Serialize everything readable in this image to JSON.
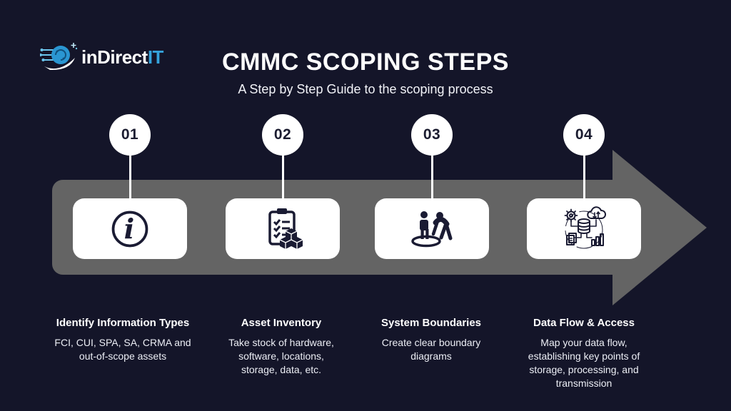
{
  "colors": {
    "background": "#141529",
    "arrow_gray": "#646464",
    "card_white": "#ffffff",
    "icon_navy": "#1a1b33",
    "accent_blue": "#35a3dc"
  },
  "logo": {
    "text_primary": "inDirect",
    "text_accent": "IT",
    "icon": "indirectit-snail-circuit-logo"
  },
  "header": {
    "title": "CMMC SCOPING STEPS",
    "subtitle": "A Step by Step Guide to the scoping process"
  },
  "steps": [
    {
      "number": "01",
      "icon": "info-icon",
      "heading": "Identify Information Types",
      "description": "FCI, CUI, SPA, SA, CRMA and out-of-scope assets"
    },
    {
      "number": "02",
      "icon": "clipboard-inventory-icon",
      "heading": "Asset Inventory",
      "description": "Take stock of hardware, software, locations, storage, data, etc."
    },
    {
      "number": "03",
      "icon": "boundary-people-icon",
      "heading": "System Boundaries",
      "description": "Create clear boundary diagrams"
    },
    {
      "number": "04",
      "icon": "data-flow-icon",
      "heading": "Data Flow & Access",
      "description": "Map your data flow, establishing key points of storage, processing, and transmission"
    }
  ]
}
